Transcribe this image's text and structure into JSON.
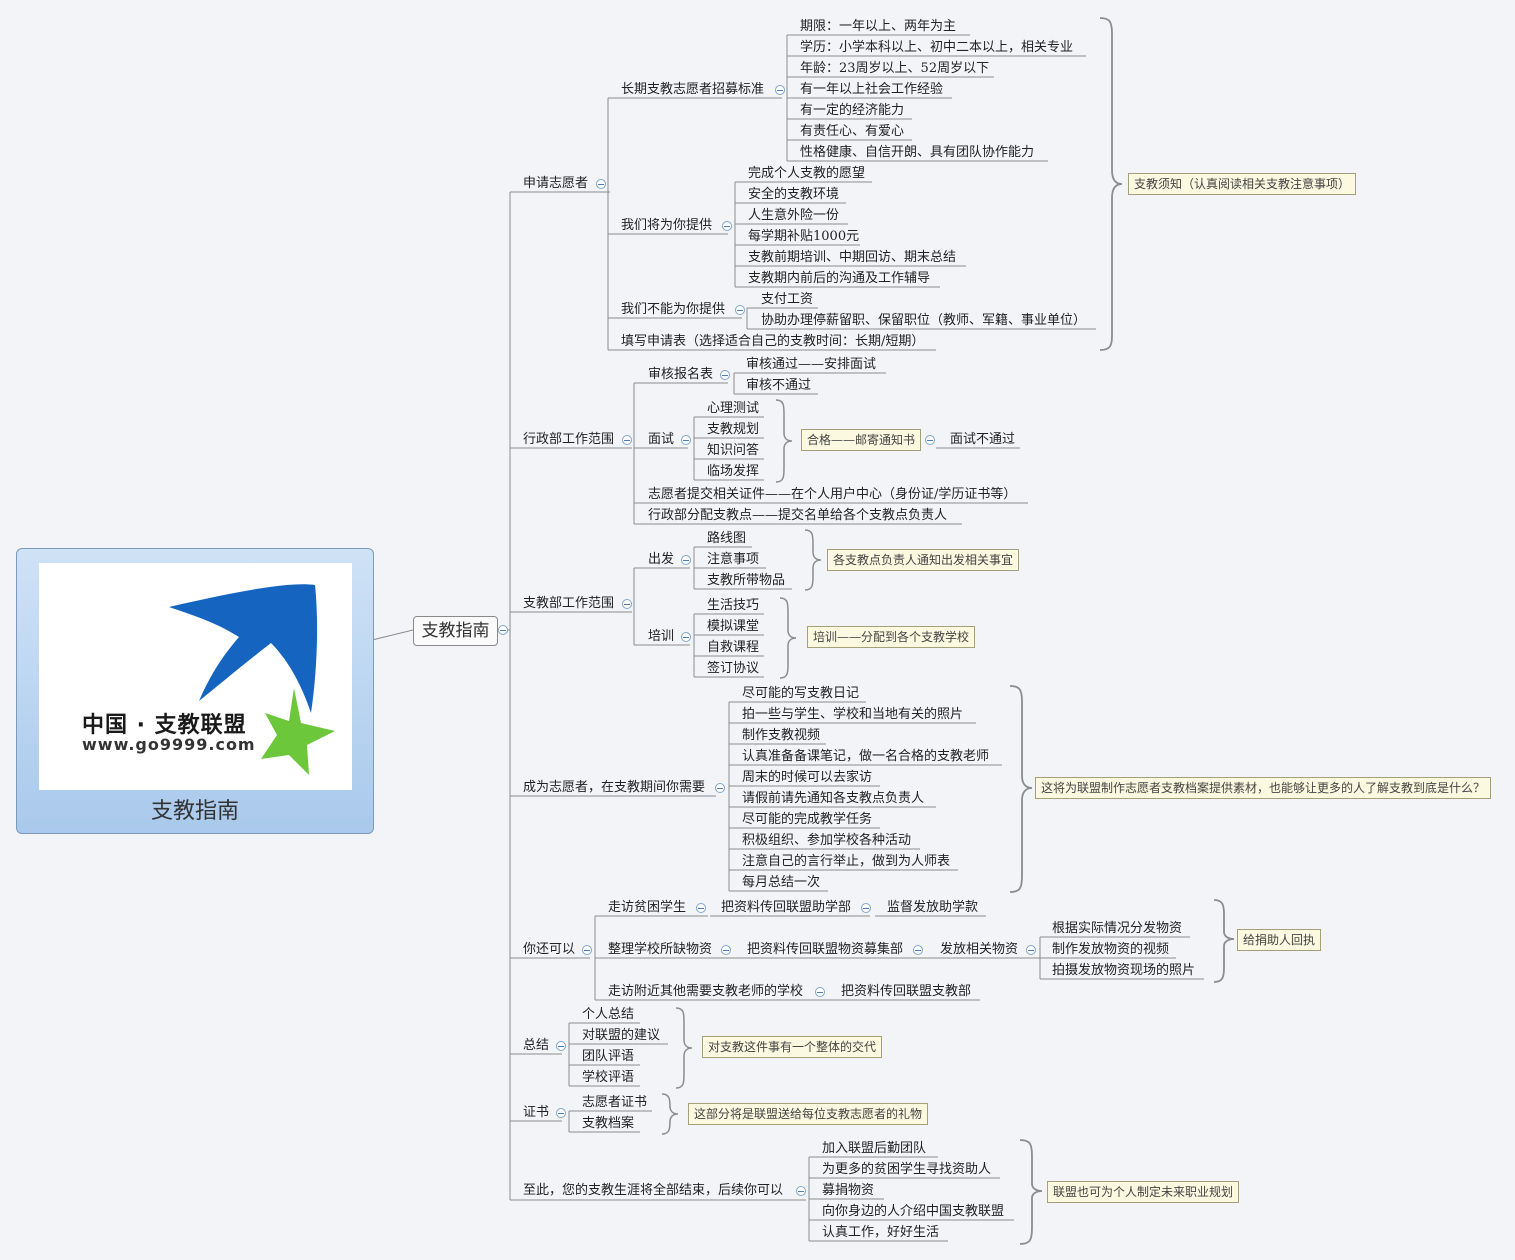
{
  "logo": {
    "name": "中国 · 支教联盟",
    "url": "www.go9999.com",
    "title": "支教指南"
  },
  "root": "支教指南",
  "branches": {
    "apply": {
      "label": "申请志愿者",
      "long_term": {
        "label": "长期支教志愿者招募标准",
        "items": [
          "期限：一年以上、两年为主",
          "学历：小学本科以上、初中二本以上，相关专业",
          "年龄：23周岁以上、52周岁以下",
          "有一年以上社会工作经验",
          "有一定的经济能力",
          "有责任心、有爱心",
          "性格健康、自信开朗、具有团队协作能力"
        ]
      },
      "provide": {
        "label": "我们将为你提供",
        "items": [
          "完成个人支教的愿望",
          "安全的支教环境",
          "人生意外险一份",
          "每学期补贴1000元",
          "支教前期培训、中期回访、期末总结",
          "支教期内前后的沟通及工作辅导"
        ]
      },
      "not_provide": {
        "label": "我们不能为你提供",
        "items": [
          "支付工资",
          "协助办理停薪留职、保留职位（教师、军籍、事业单位）"
        ]
      },
      "form": "填写申请表（选择适合自己的支教时间：长期/短期）",
      "note": "支教须知（认真阅读相关支教注意事项）"
    },
    "admin": {
      "label": "行政部工作范围",
      "review": {
        "label": "审核报名表",
        "items": [
          "审核通过——安排面试",
          "审核不通过"
        ]
      },
      "interview": {
        "label": "面试",
        "items": [
          "心理测试",
          "支教规划",
          "知识问答",
          "临场发挥"
        ],
        "note": "合格——邮寄通知书",
        "fail": "面试不通过"
      },
      "submit": "志愿者提交相关证件——在个人用户中心（身份证/学历证书等）",
      "assign": "行政部分配支教点——提交名单给各个支教点负责人"
    },
    "teaching": {
      "label": "支教部工作范围",
      "depart": {
        "label": "出发",
        "items": [
          "路线图",
          "注意事项",
          "支教所带物品"
        ],
        "note": "各支教点负责人通知出发相关事宜"
      },
      "training": {
        "label": "培训",
        "items": [
          "生活技巧",
          "模拟课堂",
          "自救课程",
          "签订协议"
        ],
        "note": "培训——分配到各个支教学校"
      }
    },
    "volunteer": {
      "label": "成为志愿者，在支教期间你需要",
      "items": [
        "尽可能的写支教日记",
        "拍一些与学生、学校和当地有关的照片",
        "制作支教视频",
        "认真准备备课笔记，做一名合格的支教老师",
        "周末的时候可以去家访",
        "请假前请先通知各支教点负责人",
        "尽可能的完成教学任务",
        "积极组织、参加学校各种活动",
        "注意自己的言行举止，做到为人师表",
        "每月总结一次"
      ],
      "note": "这将为联盟制作志愿者支教档案提供素材，也能够让更多的人了解支教到底是什么？"
    },
    "also": {
      "label": "你还可以",
      "visit": {
        "label": "走访贫困学生",
        "next": "把资料传回联盟助学部",
        "last": "监督发放助学款"
      },
      "supplies": {
        "label": "整理学校所缺物资",
        "next": "把资料传回联盟物资募集部",
        "dist": "发放相关物资",
        "items": [
          "根据实际情况分发物资",
          "制作发放物资的视频",
          "拍摄发放物资现场的照片"
        ],
        "note": "给捐助人回执"
      },
      "nearby": {
        "label": "走访附近其他需要支教老师的学校",
        "next": "把资料传回联盟支教部"
      }
    },
    "summary": {
      "label": "总结",
      "items": [
        "个人总结",
        "对联盟的建议",
        "团队评语",
        "学校评语"
      ],
      "note": "对支教这件事有一个整体的交代"
    },
    "cert": {
      "label": "证书",
      "items": [
        "志愿者证书",
        "支教档案"
      ],
      "note": "这部分将是联盟送给每位支教志愿者的礼物"
    },
    "after": {
      "label": "至此，您的支教生涯将全部结束，后续你可以",
      "items": [
        "加入联盟后勤团队",
        "为更多的贫困学生寻找资助人",
        "募捐物资",
        "向你身边的人介绍中国支教联盟",
        "认真工作，好好生活"
      ],
      "note": "联盟也可为个人制定未来职业规划"
    }
  }
}
